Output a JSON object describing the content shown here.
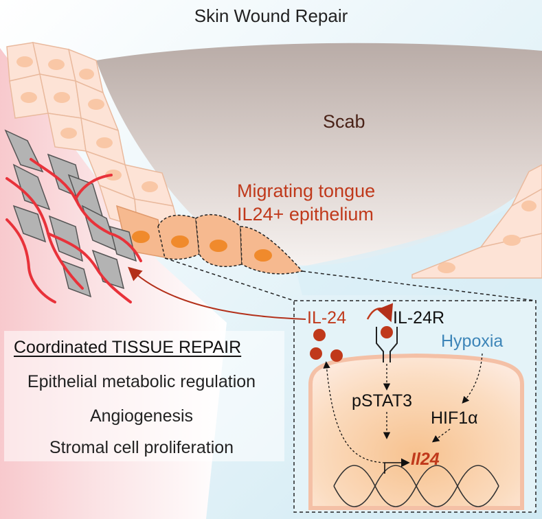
{
  "title": "Skin Wound Repair",
  "labels": {
    "scab": "Scab",
    "migrating_line1": "Migrating tongue",
    "migrating_line2": "IL24+ epithelium",
    "il24": "IL-24",
    "il24r": "IL-24R",
    "hypoxia": "Hypoxia",
    "pstat3": "pSTAT3",
    "hif1a": "HIF1α",
    "gene": "Il24"
  },
  "repair": {
    "heading": "Coordinated TISSUE REPAIR",
    "items": [
      "Epithelial metabolic regulation",
      "Angiogenesis",
      "Stromal cell proliferation"
    ]
  },
  "colors": {
    "accent_red": "#c0391b",
    "hypoxia_blue": "#3d85b8",
    "scab_brown": "#4a2318"
  }
}
